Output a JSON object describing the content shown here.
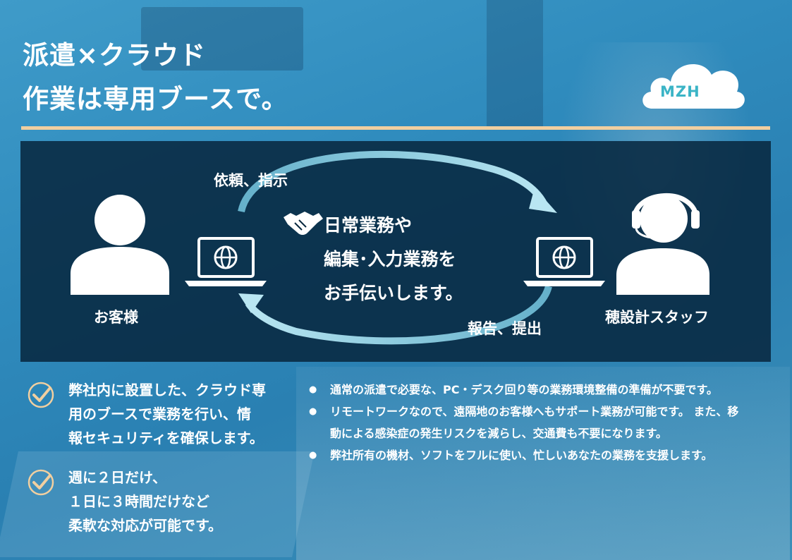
{
  "title": {
    "line1": "派遣×クラウド",
    "line2": "作業は専用ブースで。"
  },
  "logo": {
    "text": "MZH",
    "icon": "cloud-logo"
  },
  "diagram": {
    "customer_label": "お客様",
    "staff_label": "穂設計スタッフ",
    "request_label": "依頼、指示",
    "report_label": "報告、提出",
    "center_lines": [
      "日常業務や",
      "編集･入力業務を",
      "お手伝いします。"
    ],
    "icons": [
      "person-icon",
      "laptop-globe-icon",
      "handshake-icon",
      "headset-person-icon",
      "cycle-arrow-icon"
    ]
  },
  "features": [
    {
      "icon": "check-circle-icon",
      "lines": [
        "弊社内に設置した、クラウド専",
        "用のブースで業務を行い、情",
        "報セキュリティを確保します。"
      ]
    },
    {
      "icon": "check-circle-icon",
      "lines": [
        "週に２日だけ、",
        "１日に３時間だけなど",
        "柔軟な対応が可能です。"
      ]
    }
  ],
  "bullets": [
    "通常の派遣で必要な、PC・デスク回り等の業務環境整備の準備が不要です。",
    "リモートワークなので、遠隔地のお客様へもサポート業務が可能です。 また、移動による感染症の発生リスクを減らし、交通費も不要になります。",
    "弊社所有の機材、ソフトをフルに使い、忙しいあなたの業務を支援します。"
  ],
  "colors": {
    "accent_rule": "#f1cfa0",
    "panel": "#08283f",
    "arrow": "#8fd0e6",
    "logo_text": "#3bb4c6"
  }
}
